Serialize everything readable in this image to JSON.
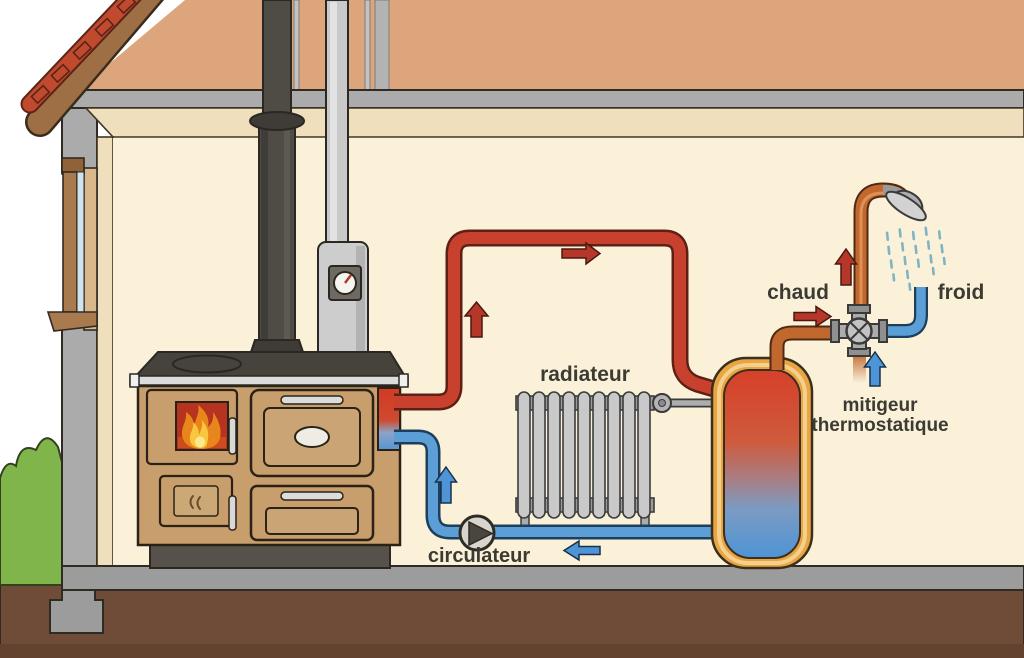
{
  "diagram": {
    "subject": "wood-stove central heating and domestic hot water system, house cutaway",
    "labels": {
      "radiator": "radiateur",
      "circulator": "circulateur",
      "hot": "chaud",
      "cold": "froid",
      "mixer_line1": "mitigeur",
      "mixer_line2": "thermostatique"
    },
    "colors": {
      "hot_pipe": "#C8402E",
      "hot_pipe_outline": "#5E2014",
      "cold_pipe": "#5C9FD6",
      "cold_pipe_outline": "#1D3F5C",
      "copper_pipe": "#C1682F",
      "copper_outline": "#4F2A12",
      "tank_shell": "#E9A53F",
      "tank_hot": "#D6402A",
      "tank_cold": "#4E94D6",
      "interior_wall": "#FBF1D9",
      "cornice": "#EFDFBC",
      "attic_wall": "#DCA57C",
      "structure_gray": "#ABABAB",
      "floor_slab": "#9C9C9C",
      "soil": "#6F4C38",
      "stove_body": "#C79E6C",
      "stove_top": "#46423C",
      "fire_window": "#B5331F",
      "flame_orange": "#E8861C",
      "flame_yellow": "#F9C63F",
      "bush_green": "#7FB54A",
      "roof_tile": "#C14A2E",
      "roof_fascia": "#9E6F45",
      "radiator_gray": "#C9C9C9",
      "spray_teal": "#7FB4C4",
      "label_text": "#3B3B33"
    },
    "components": [
      "wood-stove",
      "flue-pipe",
      "flue-gauge",
      "radiator",
      "circulator-pump",
      "hot-water-tank",
      "thermostatic-mixer-valve",
      "shower-head",
      "window",
      "roof",
      "foundation"
    ]
  }
}
